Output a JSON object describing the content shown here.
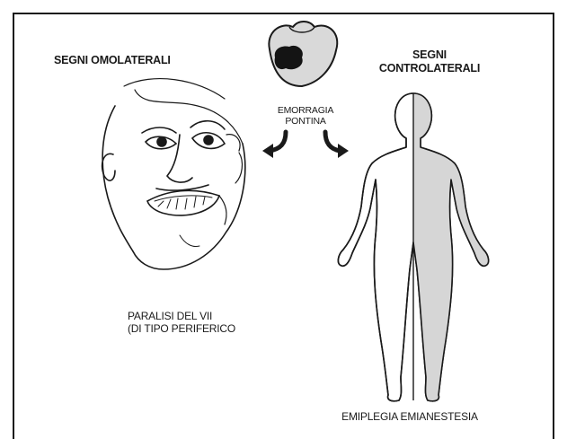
{
  "labels": {
    "ipsilateral_title": "SEGNI OMOLATERALI",
    "contralateral_title_1": "SEGNI",
    "contralateral_title_2": "CONTROLATERALI",
    "lesion_1": "EMORRAGIA",
    "lesion_2": "PONTINA",
    "facial_palsy_1": "PARALISI DEL VII",
    "facial_palsy_2": "(DI TIPO PERIFERICO",
    "body_caption": "EMIPLEGIA EMIANESTESIA"
  },
  "colors": {
    "ink": "#1a1a1a",
    "hemibody_shade": "#d6d6d6",
    "brainstem_fill": "#d9d9d9",
    "hemorrhage": "#141414"
  },
  "icons": [
    "brainstem-section",
    "hemorrhage-spot",
    "face-drawing",
    "body-drawing",
    "curved-arrow-left",
    "curved-arrow-right"
  ]
}
